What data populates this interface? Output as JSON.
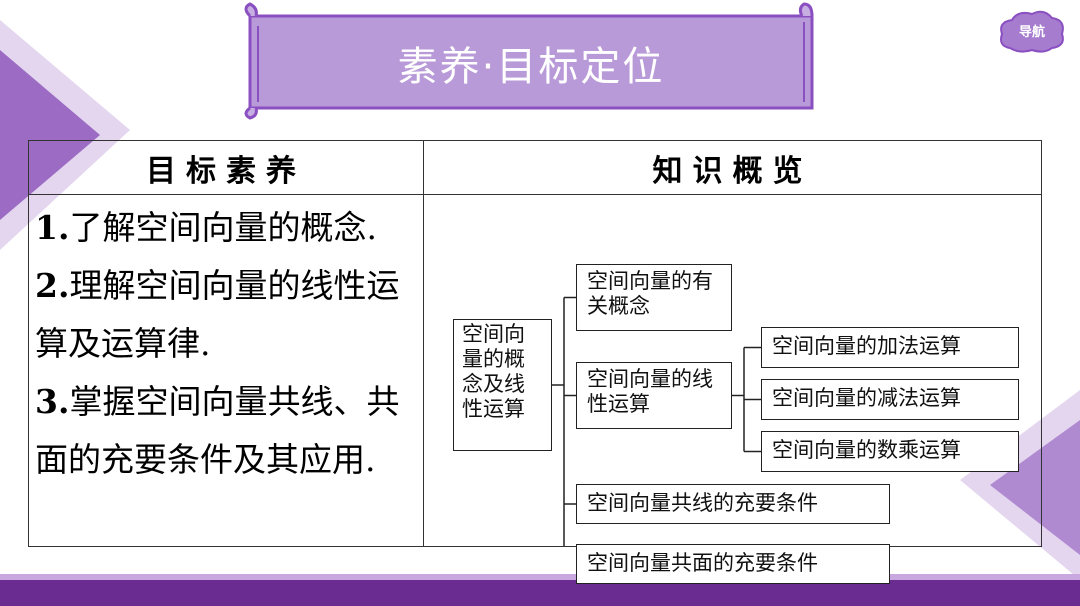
{
  "banner": {
    "title": "素养·目标定位"
  },
  "nav": {
    "label": "导航"
  },
  "table": {
    "headers": [
      "目标素养",
      "知识概览"
    ],
    "goals": [
      {
        "num": "1.",
        "text": "了解空间向量的概念."
      },
      {
        "num": "2.",
        "text": "理解空间向量的线性运算及运算律."
      },
      {
        "num": "3.",
        "text": "掌握空间向量共线、共面的充要条件及其应用."
      }
    ]
  },
  "knowledge": {
    "root": "空间向量的概念及线性运算",
    "branches": [
      "空间向量的有关概念",
      "空间向量的线性运算",
      "空间向量共线的充要条件",
      "空间向量共面的充要条件"
    ],
    "sub_branches": [
      "空间向量的加法运算",
      "空间向量的减法运算",
      "空间向量的数乘运算"
    ]
  },
  "colors": {
    "accent": "#6b2c91",
    "banner_fill": "#b99ad8",
    "banner_border": "#8a4fc0"
  }
}
